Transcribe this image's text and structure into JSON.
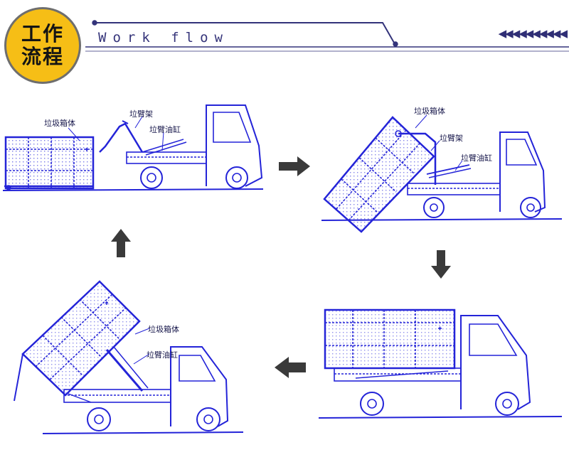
{
  "header": {
    "badge_line1": "工作",
    "badge_line2": "流程",
    "subtitle": "Work flow",
    "chevrons": "◀◀◀◀◀◀◀◀◀◀"
  },
  "labels": {
    "bin_body": "垃圾箱体",
    "arm_frame": "垃臂架",
    "arm_cylinder": "垃臂油缸"
  },
  "colors": {
    "badge": "#f6be16",
    "drawing": "#2424d8",
    "arrow": "#3a3a3a",
    "header_line": "#33337a"
  }
}
